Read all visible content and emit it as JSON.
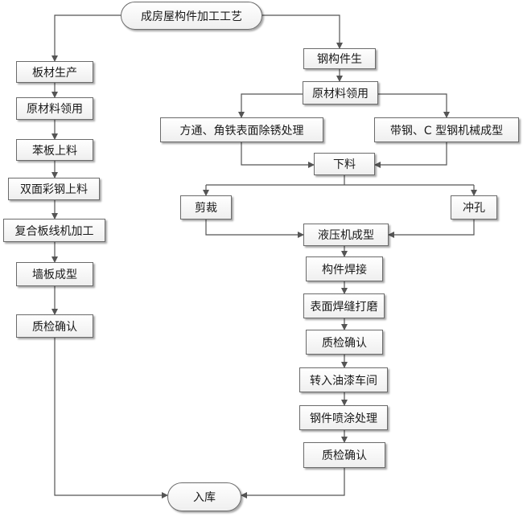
{
  "title": "成房屋构件加工工艺",
  "left_steps": [
    "板材生产",
    "原材料领用",
    "苯板上料",
    "双面彩钢上料",
    "复合板线机加工",
    "墙板成型",
    "质检确认"
  ],
  "right_top": {
    "start": "钢构件生",
    "material": "原材料领用",
    "branch_left": "方通、角铁表面除锈处理",
    "branch_right": "带钢、C 型钢机械成型",
    "cut_feed": "下料",
    "cut": "剪裁",
    "punch": "冲孔"
  },
  "right_steps": [
    "液压机成型",
    "构件焊接",
    "表面焊缝打磨",
    "质检确认",
    "转入油漆车间",
    "钢件喷涂处理",
    "质检确认"
  ],
  "end": "入库",
  "colors": {
    "line": "#555555",
    "border": "#6b6b6b"
  }
}
